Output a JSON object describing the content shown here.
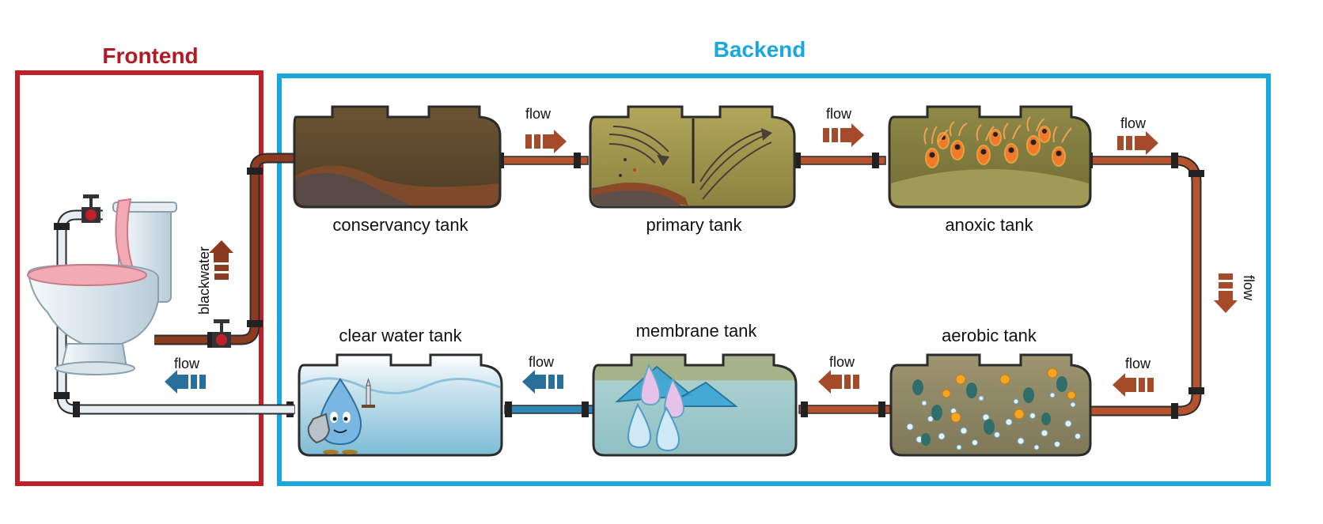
{
  "sections": {
    "frontend": {
      "label": "Frontend",
      "color": "#c0202a"
    },
    "backend": {
      "label": "Backend",
      "color": "#19a7e0"
    }
  },
  "tanks": [
    {
      "label": "conservancy tank"
    },
    {
      "label": "primary tank"
    },
    {
      "label": "anoxic tank"
    },
    {
      "label": "aerobic tank"
    },
    {
      "label": "membrane tank"
    },
    {
      "label": "clear water tank"
    }
  ],
  "flow_labels": {
    "flow": "flow",
    "blackwater": "blackwater"
  },
  "colors": {
    "pipe_brown": "#b5532f",
    "pipe_blue": "#2e86b4",
    "pipe_white": "#dfe8ee",
    "tank_outline": "#2b2b2b",
    "arrow_brown": "#a64b2a",
    "arrow_blue": "#2a6f9c"
  },
  "icons": [
    "toilet-icon",
    "valve-icon",
    "water-droplet-mascot-icon",
    "shield-icon",
    "sword-icon",
    "membrane-droplet-icon",
    "bacteria-icon",
    "bubble-icon"
  ]
}
